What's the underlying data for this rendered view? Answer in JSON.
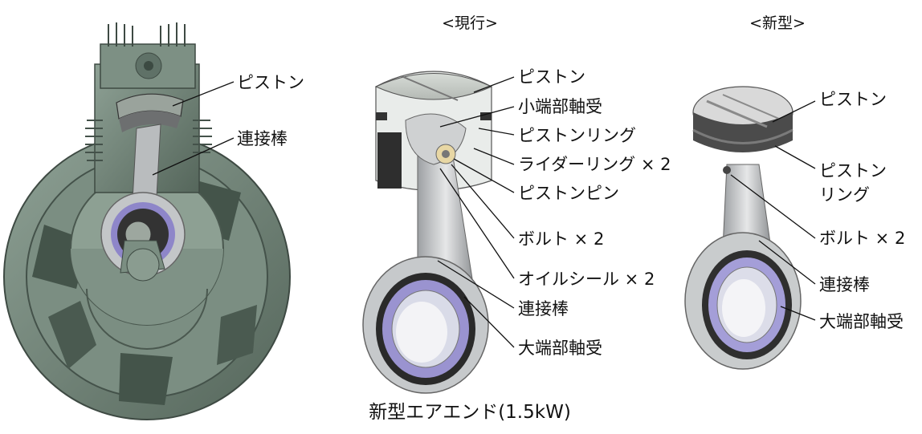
{
  "headers": {
    "current": "<現行>",
    "new": "<新型>"
  },
  "caption": "新型エアエンド(1.5kW)",
  "left_labels": {
    "piston": "ピストン",
    "connecting_rod": "連接棒"
  },
  "current_labels": {
    "piston": "ピストン",
    "small_end_bearing": "小端部軸受",
    "piston_ring": "ピストンリング",
    "rider_ring": "ライダーリング × 2",
    "piston_pin": "ピストンピン",
    "bolt": "ボルト × 2",
    "oil_seal": "オイルシール × 2",
    "connecting_rod": "連接棒",
    "big_end_bearing": "大端部軸受"
  },
  "new_labels": {
    "piston": "ピストン",
    "piston_ring_line1": "ピストン",
    "piston_ring_line2": "リング",
    "bolt": "ボルト × 2",
    "connecting_rod": "連接棒",
    "big_end_bearing": "大端部軸受"
  },
  "colors": {
    "housing": "#6f8276",
    "housing_dark": "#4f5f55",
    "metal": "#c9cbcc",
    "metal_dark": "#8d9093",
    "bearing": "#8e86c9"
  }
}
